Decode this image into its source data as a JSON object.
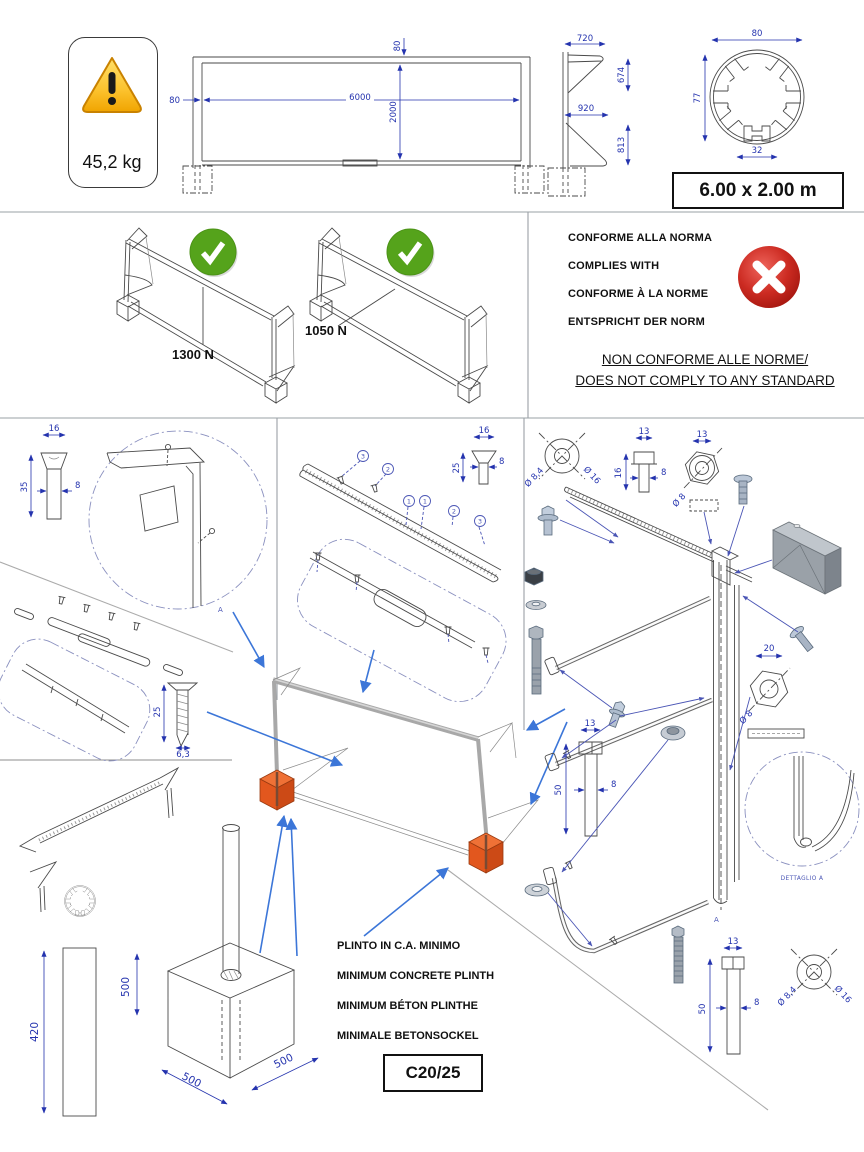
{
  "labels": {
    "weight": "45,2 kg",
    "size": "6.00 x 2.00 m",
    "concrete_class": "C20/25",
    "detail_marker": "A",
    "detail_caption": "DETTAGLIO A"
  },
  "front_view": {
    "span": "6000",
    "height": "2000",
    "post_offset": "80",
    "bar_depth": "80"
  },
  "side_view": {
    "top_depth": "720",
    "top_height": "674",
    "base_depth": "920",
    "base_height": "813"
  },
  "profile_view": {
    "width": "80",
    "height": "77",
    "slot": "32"
  },
  "compliance": {
    "load_left": "1300 N",
    "load_right": "1050 N",
    "norm_lines": [
      "CONFORME ALLA NORMA",
      "COMPLIES WITH",
      "CONFORME À LA NORME",
      "ENTSPRICHT DER NORM"
    ],
    "fail_lines": [
      "NON CONFORME ALLE NORME/",
      "DOES NOT COMPLY TO ANY STANDARD"
    ]
  },
  "hardware": {
    "corner_bolt": {
      "w": "16",
      "l": "35",
      "d": "8"
    },
    "bar_screw": {
      "w": "16",
      "l": "25",
      "d": "8"
    },
    "tap_screw": {
      "l": "25",
      "d": "6,3"
    },
    "washer": {
      "inner": "Ø 8,4",
      "outer": "Ø 16"
    },
    "hex_bolt_short": {
      "w": "13",
      "l": "16",
      "d": "8"
    },
    "hex_nut": {
      "w": "13",
      "d": "Ø 8"
    },
    "flange_nut": {
      "w": "20",
      "d": "Ø 8"
    },
    "hex_bolt_long": {
      "w": "13",
      "l": "50",
      "d": "8"
    },
    "callouts": [
      "3",
      "2",
      "1",
      "1",
      "2",
      "3"
    ]
  },
  "foundation": {
    "post_embed": "420",
    "plinth_h": "500",
    "plinth_a": "500",
    "plinth_b": "500",
    "plinth_lines": [
      "PLINTO IN C.A. MINIMO",
      "MINIMUM CONCRETE PLINTH",
      "MINIMUM BÉTON PLINTHE",
      "MINIMALE BETONSOCKEL"
    ]
  },
  "colors": {
    "dim_blue": "#2433ae",
    "arrow_blue": "#3c76d8",
    "check_green": "#55a31b",
    "cross_red": "#c42a22",
    "plinth_orange": "#e85f23"
  }
}
